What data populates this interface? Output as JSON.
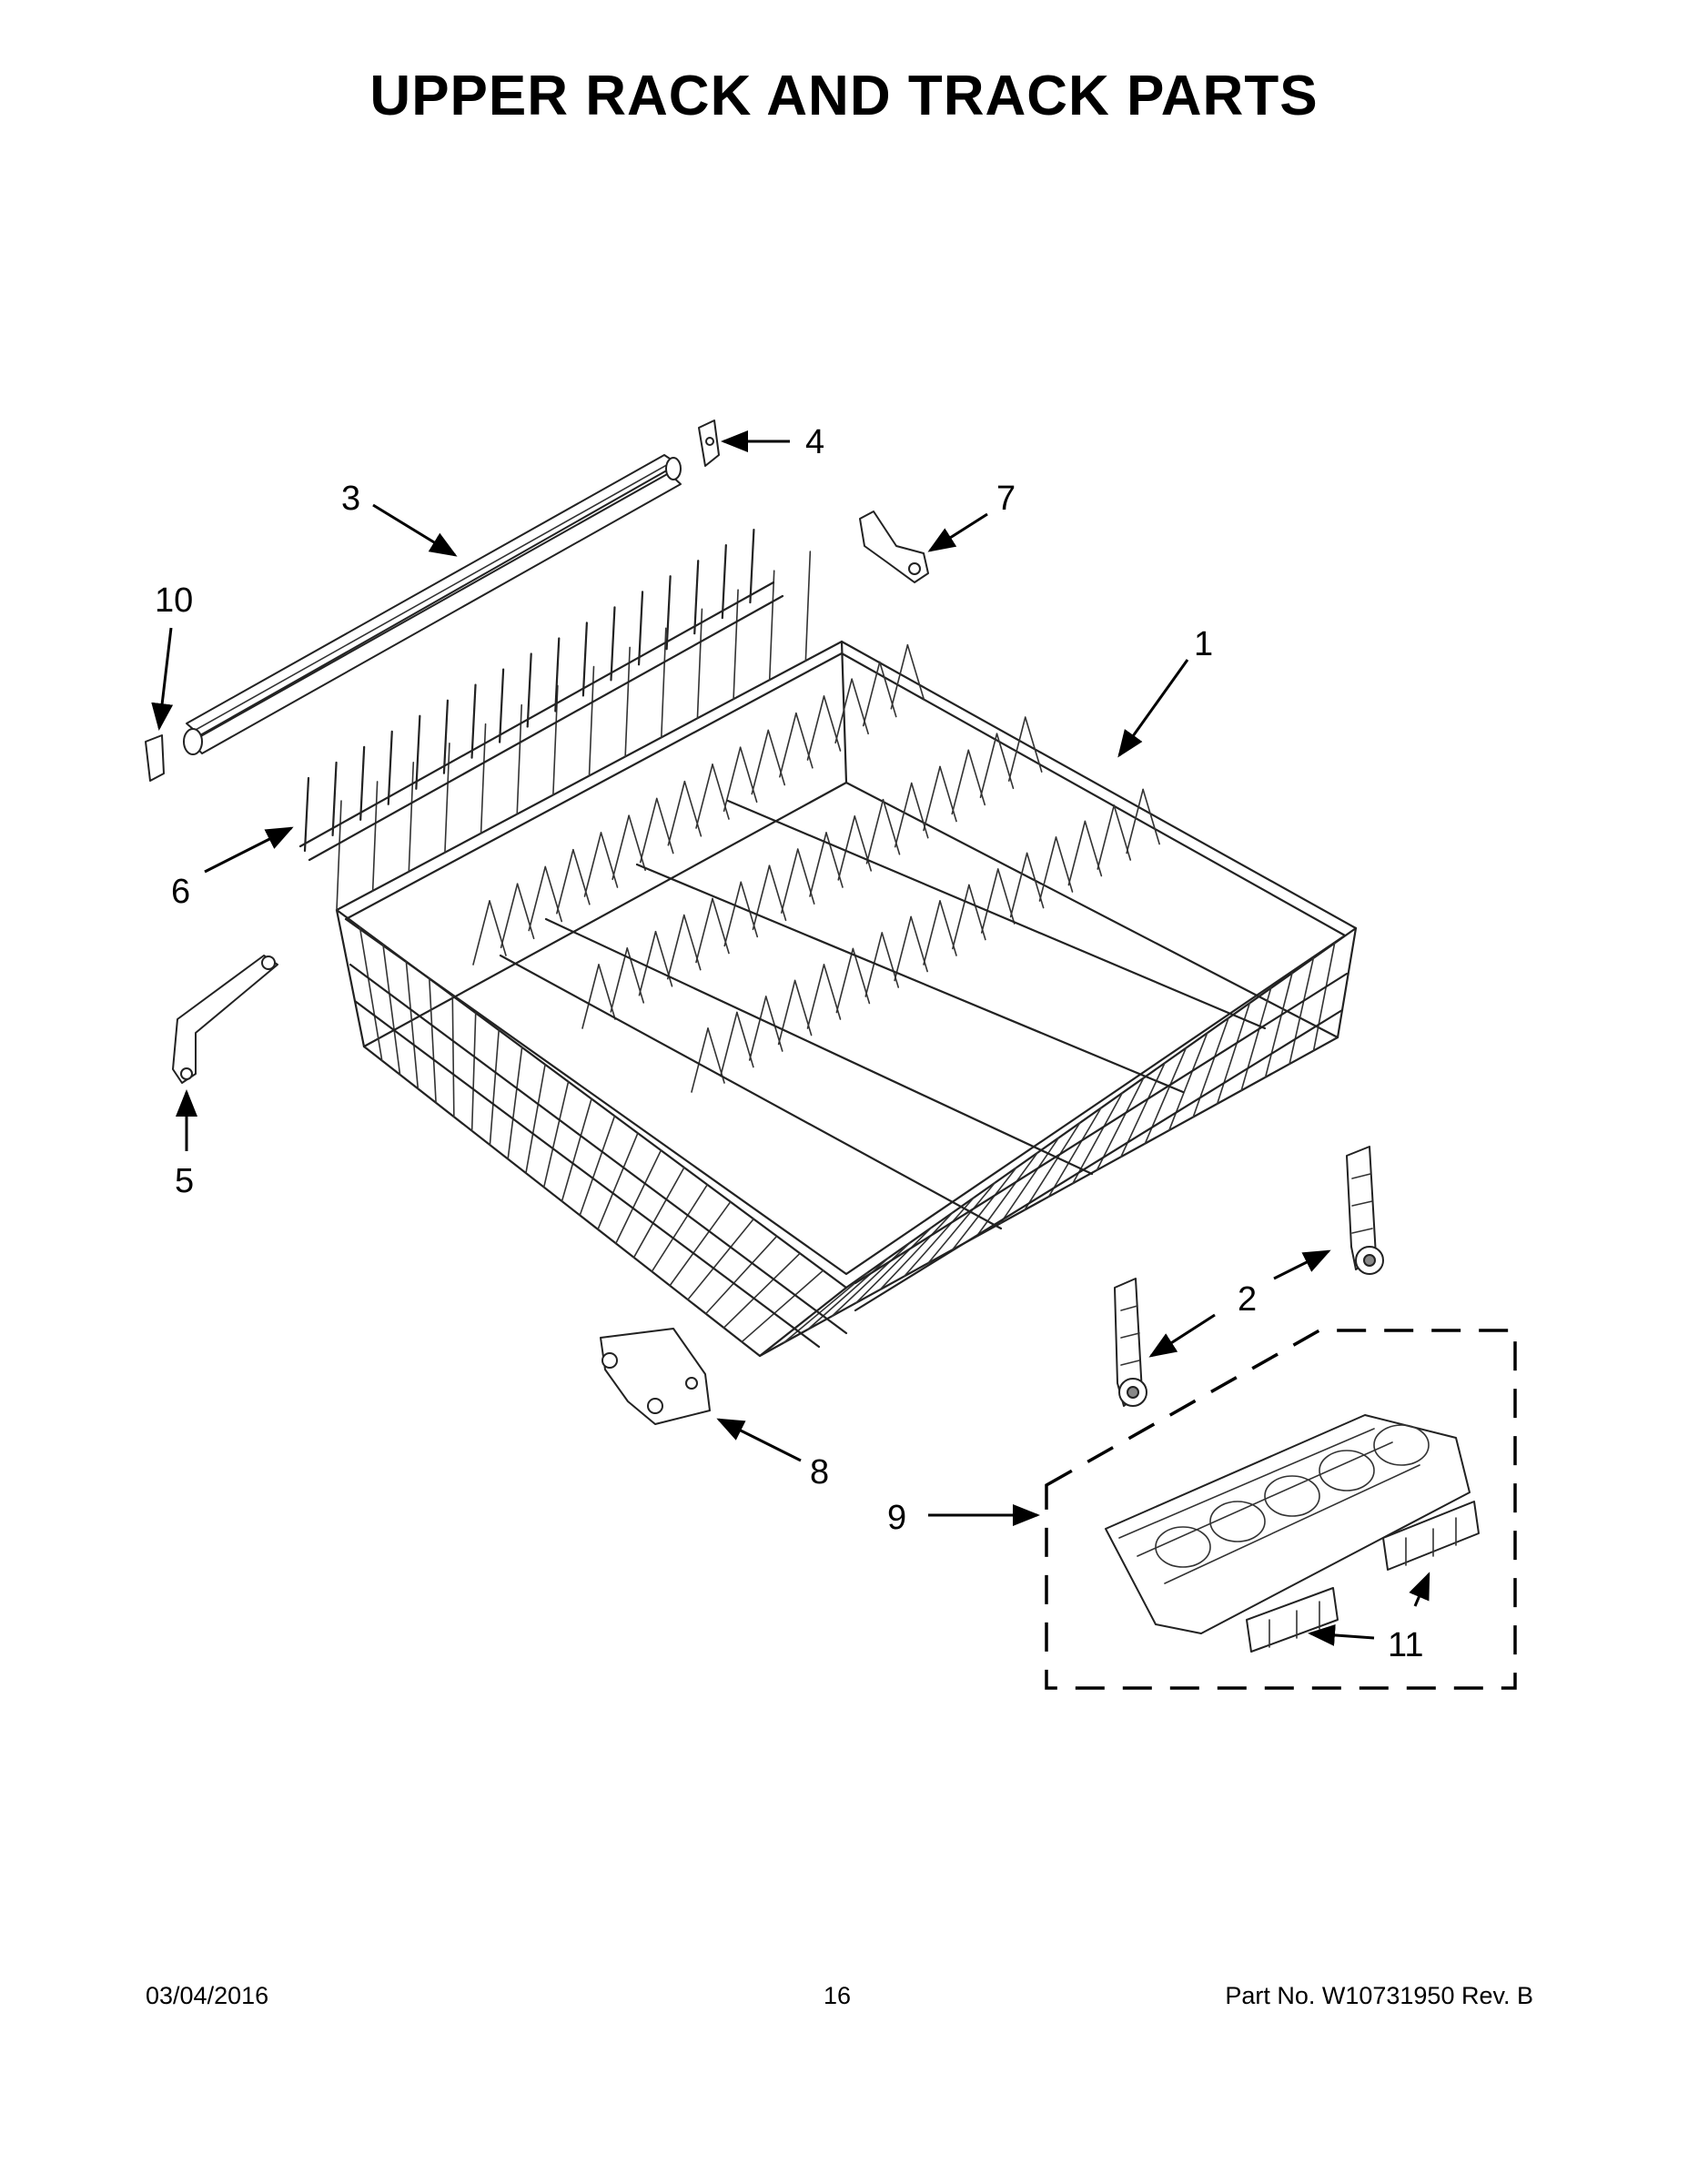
{
  "title": "UPPER RACK AND TRACK PARTS",
  "callouts": [
    "1",
    "2",
    "3",
    "4",
    "5",
    "6",
    "7",
    "8",
    "9",
    "10",
    "11"
  ],
  "footer": {
    "date": "03/04/2016",
    "page": "16",
    "part_number": "Part No.  W10731950  Rev.  B"
  },
  "colors": {
    "ink": "#000000",
    "background": "#ffffff"
  }
}
